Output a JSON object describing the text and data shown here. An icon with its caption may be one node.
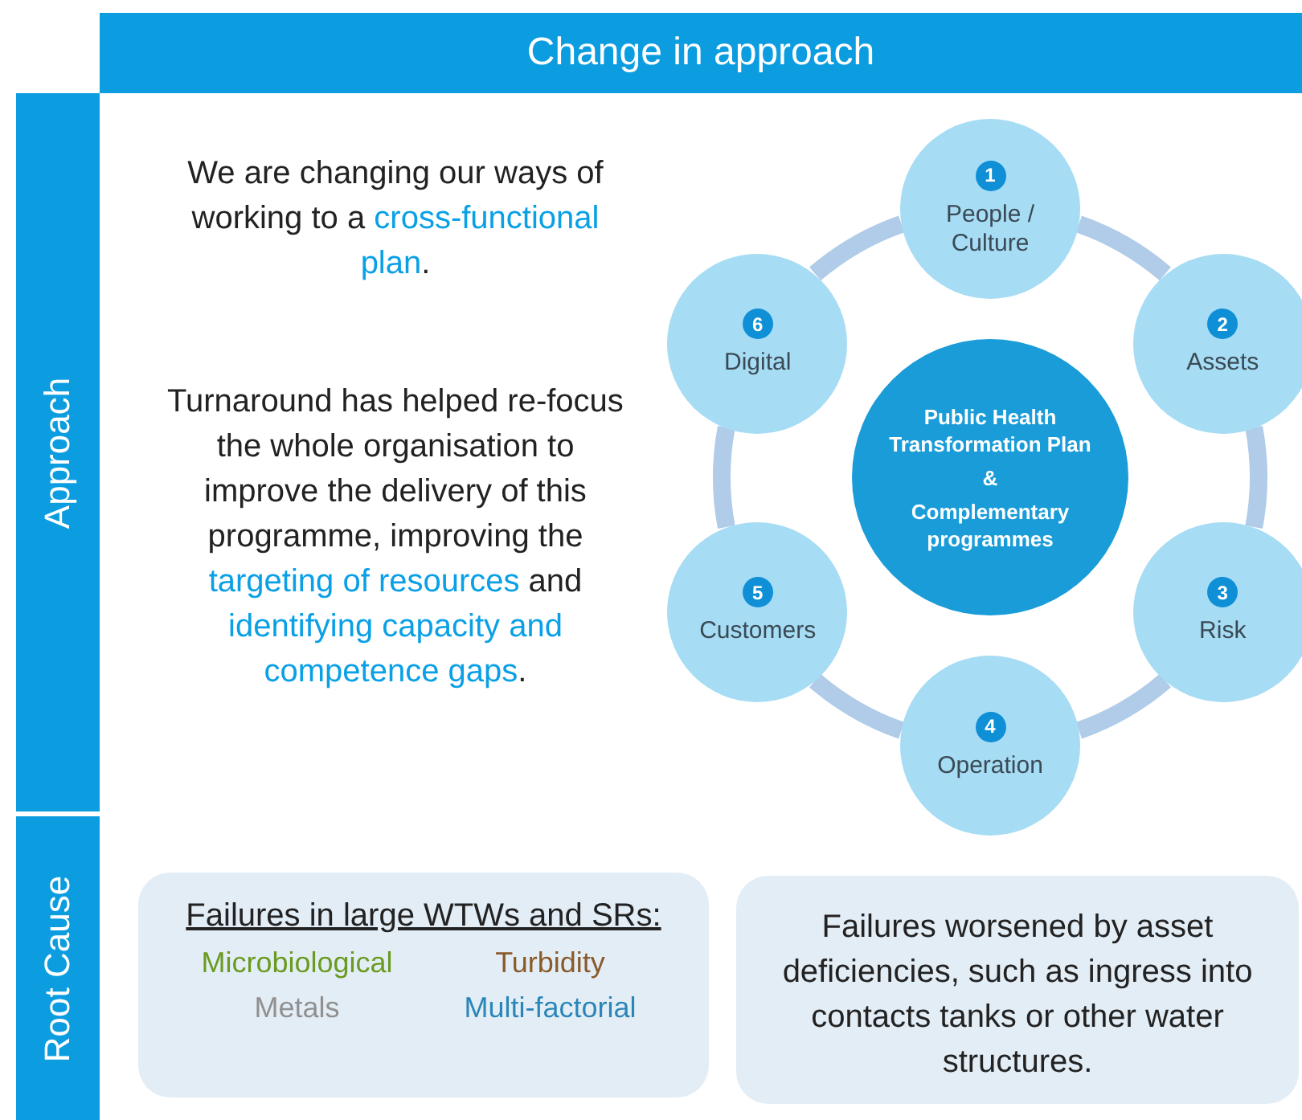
{
  "diagram": {
    "nodes": [
      {
        "text": [
          "Change in approach"
        ]
      },
      {
        "text": [
          "Approach"
        ]
      },
      {
        "text": [
          "Root Cause"
        ]
      },
      {
        "text": [
          "Public Health Transformation Plan",
          "&",
          "Complementary programmes"
        ]
      },
      {
        "text": [
          "1",
          "People / Culture"
        ]
      },
      {
        "text": [
          "2",
          "Assets"
        ]
      },
      {
        "text": [
          "3",
          "Risk"
        ]
      },
      {
        "text": [
          "4",
          "Operation"
        ]
      },
      {
        "text": [
          "5",
          "Customers"
        ]
      },
      {
        "text": [
          "6",
          "Digital"
        ]
      },
      {
        "text": [
          "Failures in large WTWs and SRs:",
          "Microbiological",
          "Turbidity",
          "Metals",
          "Multi-factorial"
        ]
      },
      {
        "text": [
          "Failures worsened by asset deficiencies, such as ingress into contacts tanks or other water structures."
        ]
      }
    ],
    "edges": [
      {
        "from": 4,
        "to": 5,
        "arrow": "none"
      },
      {
        "from": 5,
        "to": 6,
        "arrow": "none"
      },
      {
        "from": 6,
        "to": 7,
        "arrow": "none"
      },
      {
        "from": 7,
        "to": 8,
        "arrow": "none"
      },
      {
        "from": 8,
        "to": 9,
        "arrow": "none"
      },
      {
        "from": 9,
        "to": 4,
        "arrow": "none"
      }
    ],
    "labels": [
      "We are changing our ways of working to a **cross-functional plan**.",
      "Turnaround has helped re-focus the whole organisation to improve the delivery of this programme, improving the **targeting of resources** and **identifying capacity and competence gaps**."
    ]
  }
}
